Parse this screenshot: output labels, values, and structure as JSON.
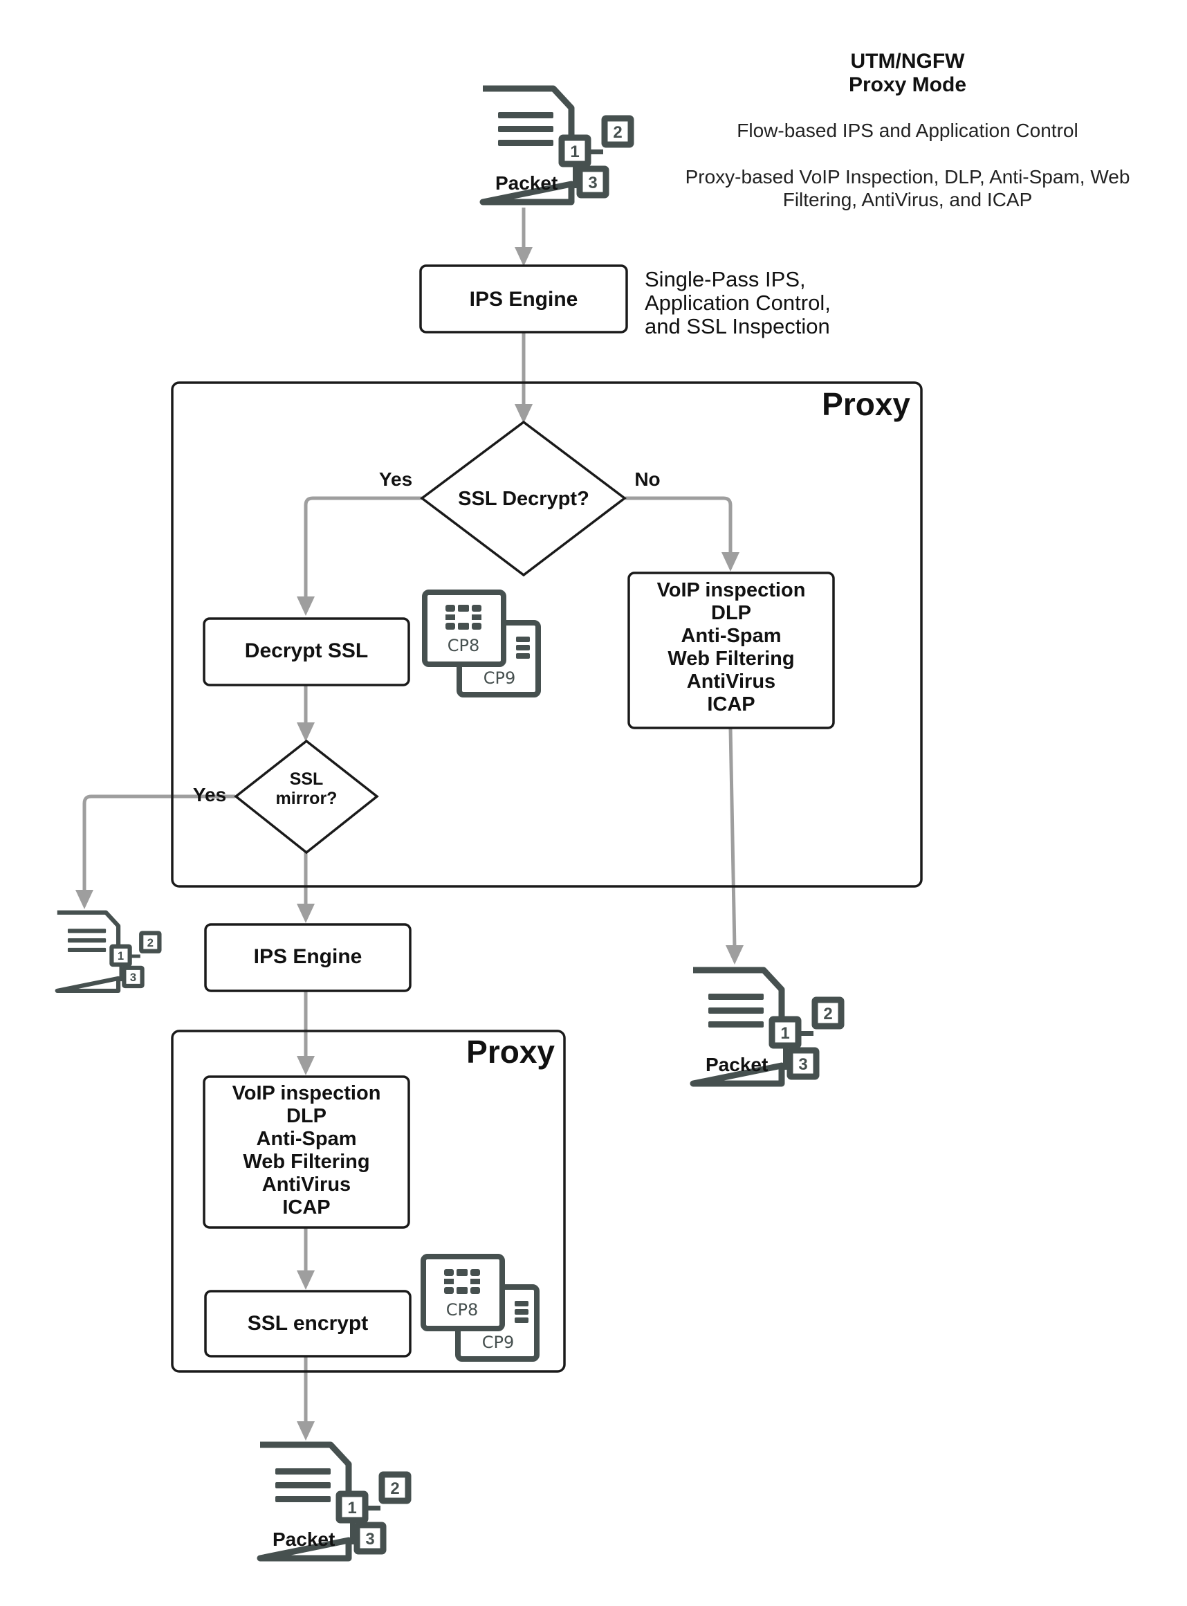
{
  "header": {
    "title_line1": "UTM/NGFW",
    "title_line2": "Proxy Mode",
    "note1": "Flow-based IPS and Application Control",
    "note2_line1": "Proxy-based VoIP Inspection, DLP,  Anti-Spam, Web",
    "note2_line2": "Filtering, AntiVirus, and ICAP"
  },
  "packet_label": "Packet",
  "packet_badges": [
    "1",
    "2",
    "3"
  ],
  "ips_engine_top": {
    "label": "IPS Engine",
    "note_line1": "Single-Pass IPS,",
    "note_line2": "Application Control,",
    "note_line3": "and SSL Inspection"
  },
  "proxy_outer": {
    "label": "Proxy",
    "decision": "SSL Decrypt?",
    "yes_label": "Yes",
    "no_label": "No",
    "decrypt_label": "Decrypt SSL",
    "mirror_line1": "SSL",
    "mirror_line2": "mirror?",
    "mirror_yes": "Yes",
    "inspection_lines": [
      "VoIP inspection",
      "DLP",
      "Anti-Spam",
      "Web Filtering",
      "AntiVirus",
      "ICAP"
    ]
  },
  "chips": {
    "front": "CP8",
    "back": "CP9"
  },
  "ips_engine_bottom": {
    "label": "IPS Engine"
  },
  "proxy_inner": {
    "label": "Proxy",
    "inspection_lines": [
      "VoIP inspection",
      "DLP",
      "Anti-Spam",
      "Web Filtering",
      "AntiVirus",
      "ICAP"
    ],
    "encrypt_label": "SSL encrypt"
  },
  "colors": {
    "icon": "#46504f",
    "flow": "#9e9e9e",
    "outline": "#1a1a1a"
  }
}
